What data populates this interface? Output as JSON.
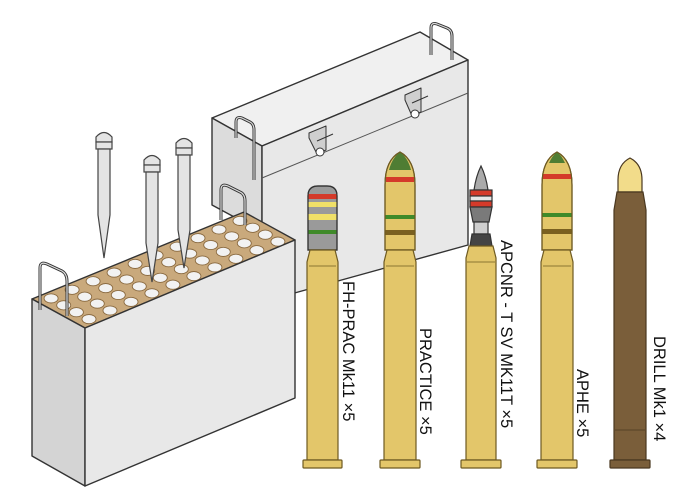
{
  "rounds": [
    {
      "name": "FH-PRAC Mk11",
      "qty": "×5"
    },
    {
      "name": "PRACTICE",
      "qty": "×5"
    },
    {
      "name": "APCNR - T SV MK11T",
      "qty": "×5"
    },
    {
      "name": "APHE",
      "qty": "×5"
    },
    {
      "name": "DRILL Mk1",
      "qty": "×4"
    }
  ],
  "colors": {
    "brass": "#e3c66a",
    "case_outline": "#6e5a22",
    "crate": "#e6e6e6",
    "crate_outline": "#333333",
    "sockets": "#c9a97c",
    "socket_holes": "#f2f2f2",
    "olive_nose": "#4f7d33",
    "red_band": "#d43a2a",
    "yellow_band": "#f0e068",
    "green_band": "#3f8a2a",
    "drill_body": "#7a5e3a"
  }
}
